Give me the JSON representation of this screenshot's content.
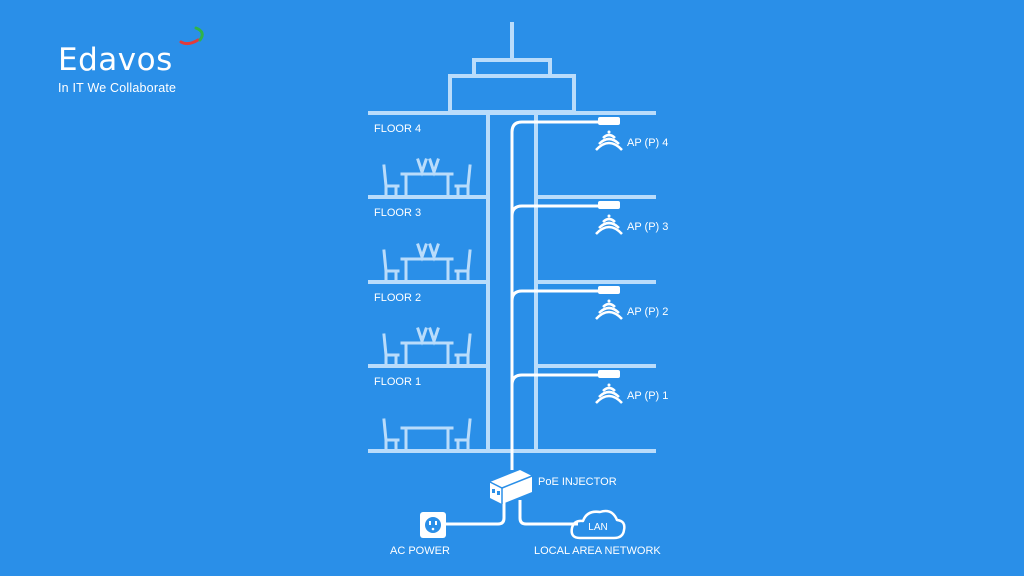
{
  "brand": {
    "name": "Edavos",
    "tagline": "In IT We Collaborate",
    "mark_colors": [
      "#e23b3b",
      "#2fb34a"
    ]
  },
  "diagram": {
    "floors": [
      {
        "label": "FLOOR 4",
        "ap_label": "AP (P) 4"
      },
      {
        "label": "FLOOR 3",
        "ap_label": "AP (P) 3"
      },
      {
        "label": "FLOOR 2",
        "ap_label": "AP (P) 2"
      },
      {
        "label": "FLOOR 1",
        "ap_label": "AP (P) 1"
      }
    ],
    "injector_label": "PoE INJECTOR",
    "power_label": "AC POWER",
    "lan_cloud_label": "LAN",
    "lan_label": "LOCAL AREA NETWORK"
  },
  "colors": {
    "background": "#2a8fe8",
    "line": "#b9dcfb",
    "white": "#ffffff"
  }
}
